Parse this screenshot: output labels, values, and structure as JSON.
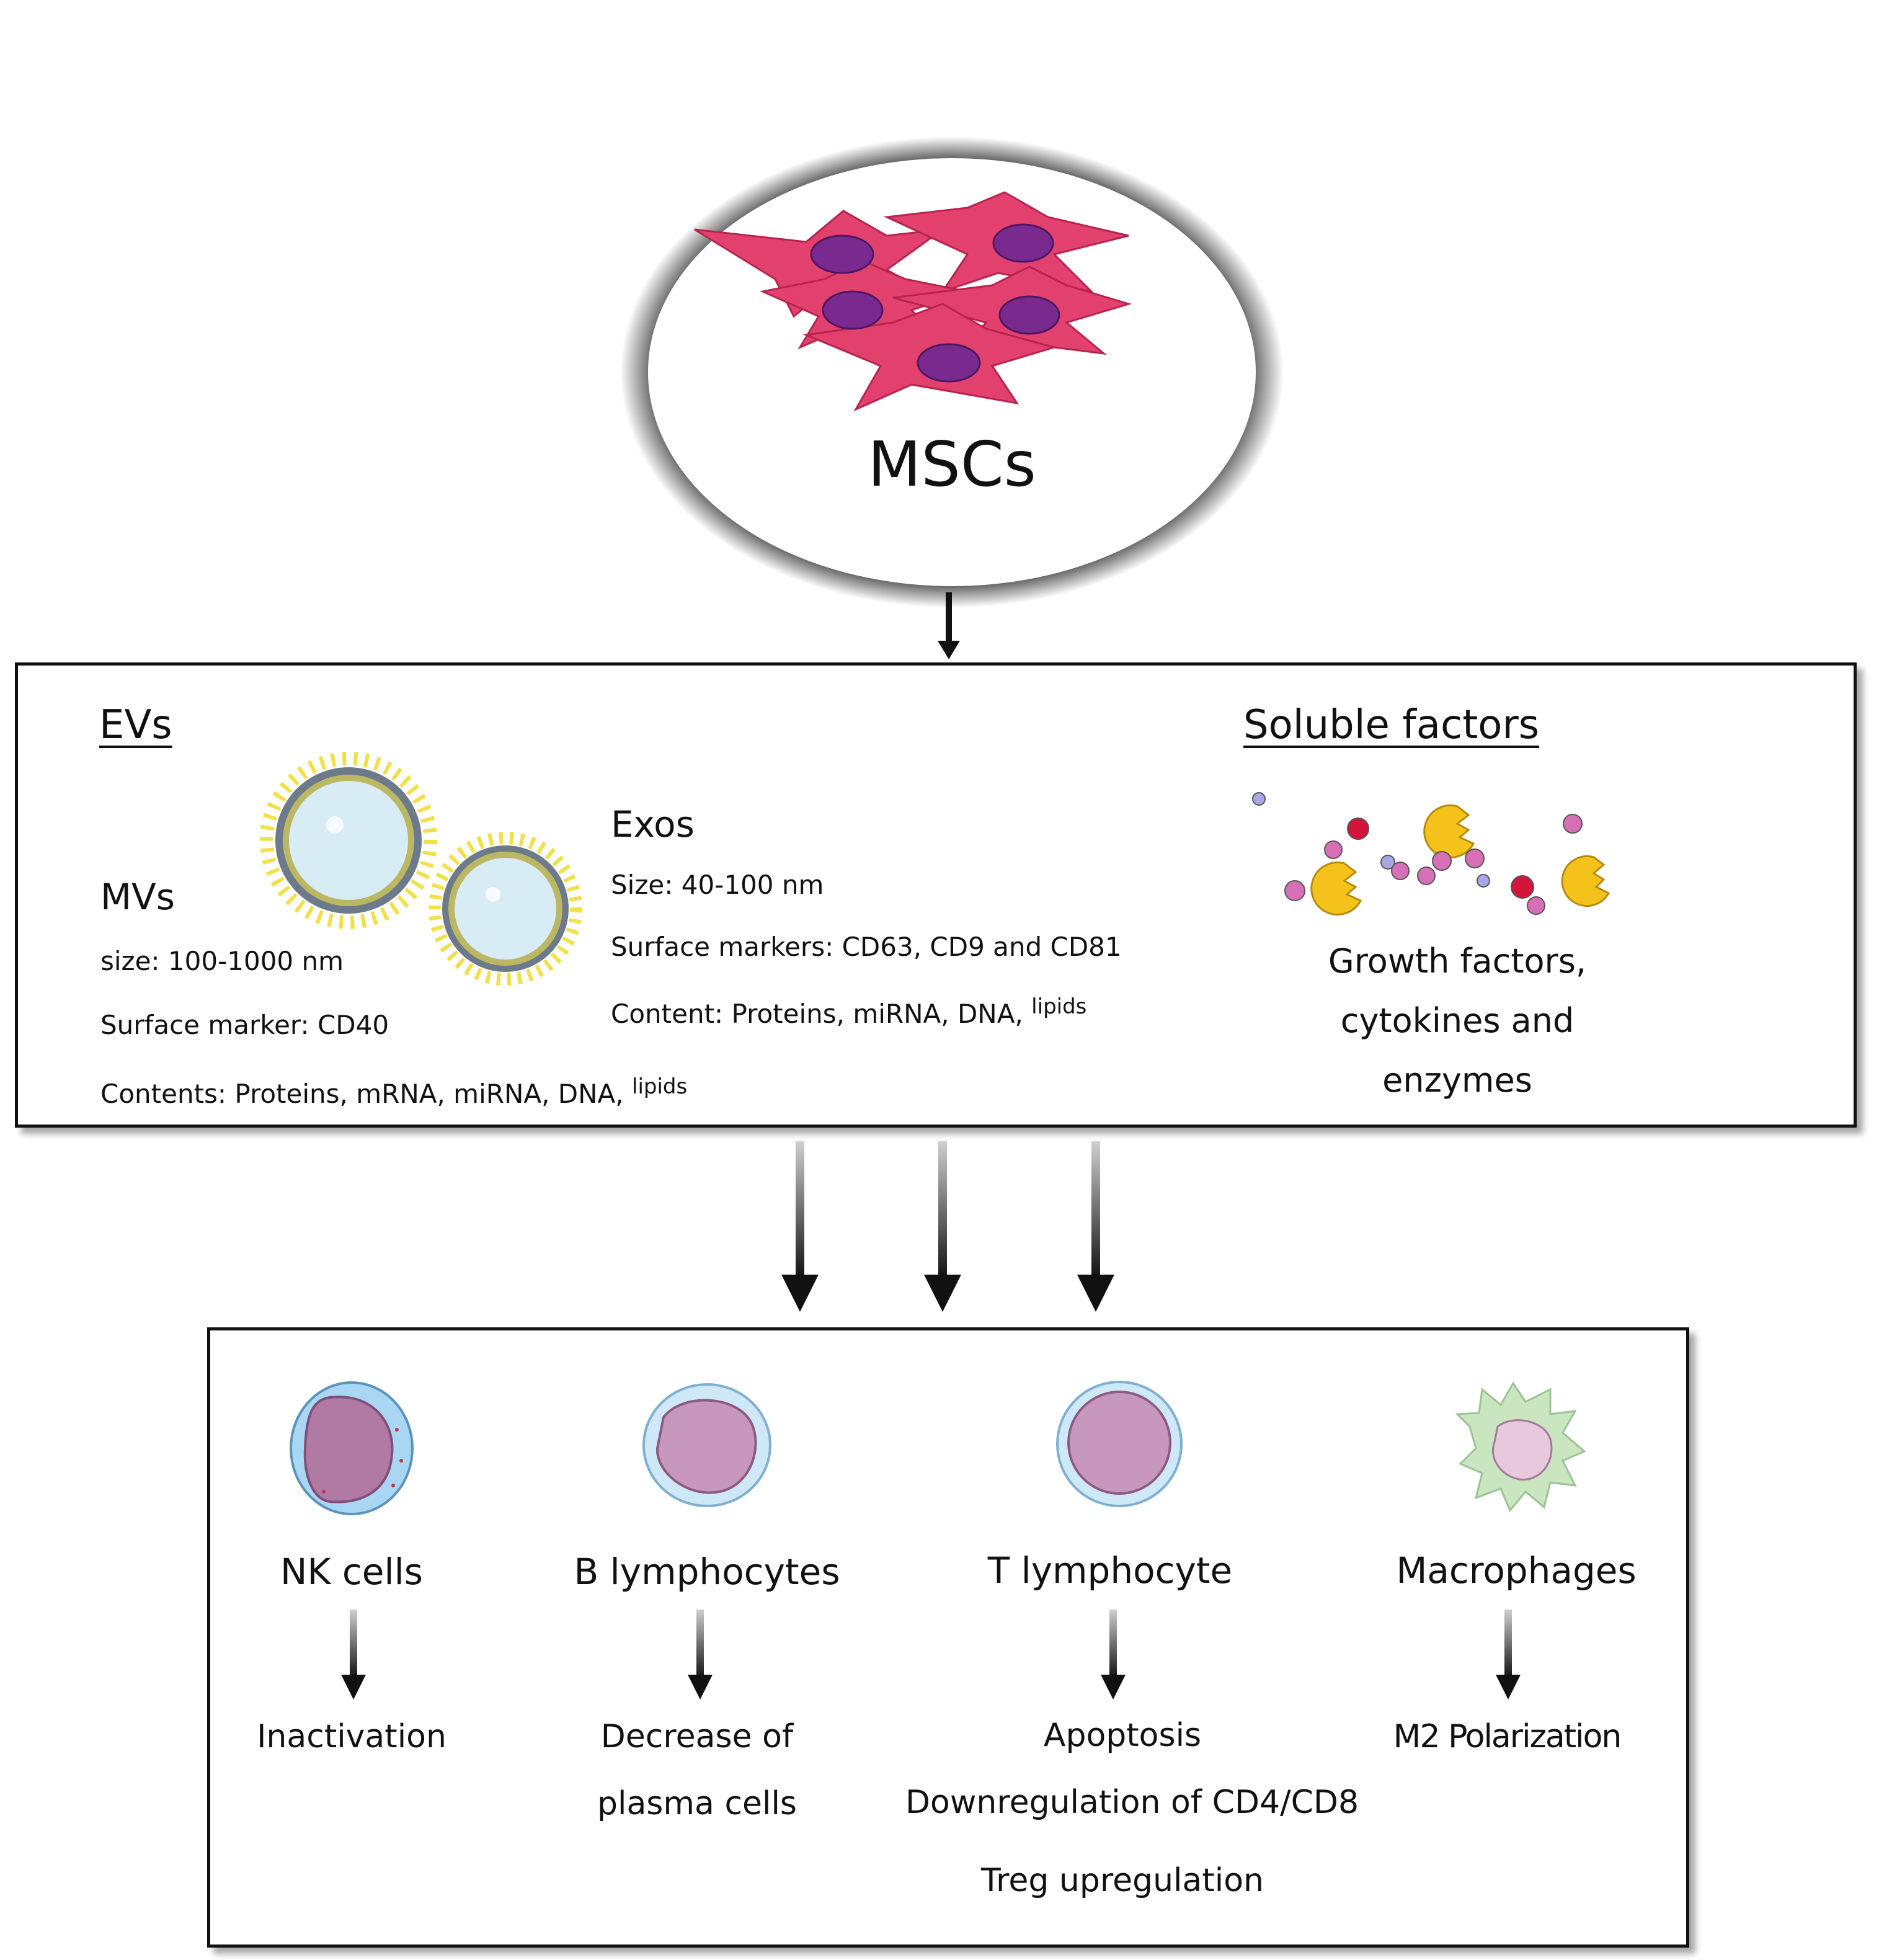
{
  "top": {
    "label": "MSCs"
  },
  "middle": {
    "evs_heading": "EVs",
    "mvs": {
      "title": "MVs",
      "size": "size: 100-1000 nm",
      "marker": "Surface marker: CD40",
      "contents": "Contents: Proteins, mRNA, miRNA, DNA,",
      "contents_sup": "lipids"
    },
    "exos": {
      "title": "Exos",
      "size": "Size: 40-100 nm",
      "markers": "Surface markers: CD63, CD9 and CD81",
      "content": "Content: Proteins, miRNA, DNA,",
      "content_sup": "lipids"
    },
    "soluble": {
      "heading": "Soluble factors",
      "line1": "Growth factors,",
      "line2": "cytokines and",
      "line3": "enzymes"
    }
  },
  "bottom": {
    "cells": [
      {
        "name": "NK cells",
        "outcomes": [
          "Inactivation"
        ]
      },
      {
        "name": "B lymphocytes",
        "outcomes": [
          "Decrease of",
          "plasma cells"
        ]
      },
      {
        "name": "T lymphocyte",
        "outcomes": [
          "Apoptosis",
          "Downregulation of CD4/CD8",
          "Treg upregulation"
        ]
      },
      {
        "name": "Macrophages",
        "outcomes": [
          "M2 Polarization"
        ]
      }
    ]
  },
  "colors": {
    "msc_cell": "#e2416e",
    "msc_nucleus": "#7a2a8e",
    "vesicle_fill": "#d8ecf6",
    "vesicle_bead": "#f2e04a",
    "factor_yellow": "#f4c21a",
    "factor_pink": "#d66fb6",
    "factor_red": "#d4143a",
    "factor_lilac": "#a9a6e6",
    "cell_blue": "#a9d6f2",
    "cell_nucleus": "#b07aa4",
    "macrophage": "#c9e6c1"
  }
}
